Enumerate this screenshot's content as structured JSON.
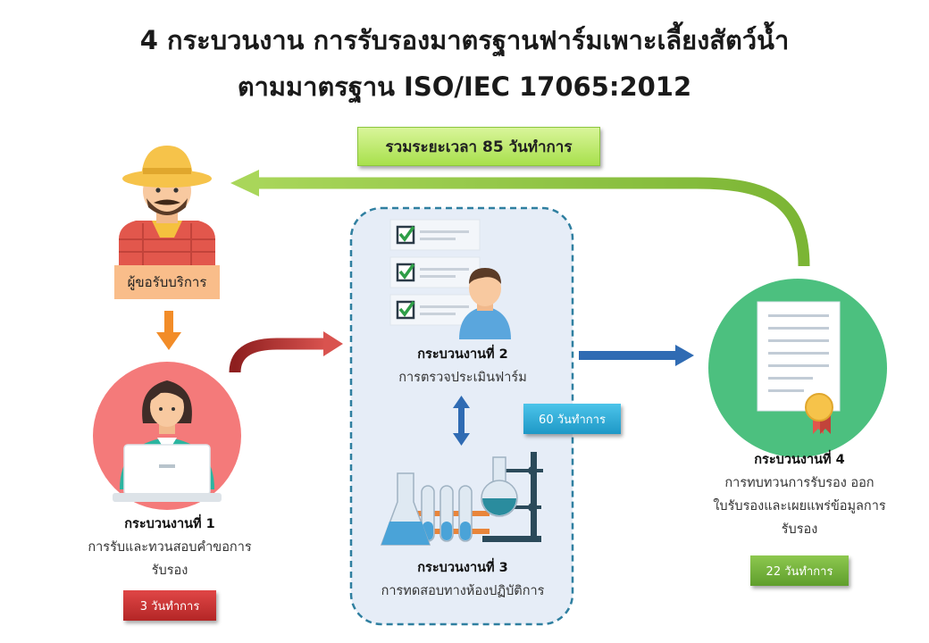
{
  "title_line1": "4 กระบวนงาน การรับรองมาตรฐานฟาร์มเพาะเลี้ยงสัตว์น้ำ",
  "title_line2": "ตามมาตรฐาน ISO/IEC 17065:2012",
  "total_time": "รวมระยะเวลา 85 วันทำการ",
  "requester": "ผู้ขอรับบริการ",
  "process1": {
    "heading": "กระบวนงานที่ 1",
    "line1": "การรับและทวนสอบคำขอการ",
    "line2": "รับรอง",
    "duration": "3 วันทำการ"
  },
  "process2": {
    "heading": "กระบวนงานที่ 2",
    "line1": "การตรวจประเมินฟาร์ม",
    "duration": "60 วันทำการ"
  },
  "process3": {
    "heading": "กระบวนงานที่ 3",
    "line1": "การทดสอบทางห้องปฏิบัติการ"
  },
  "process4": {
    "heading": "กระบวนงานที่ 4",
    "line1": "การทบทวนการรับรอง ออก",
    "line2": "ใบรับรองและเผยแพร่ข้อมูลการ",
    "line3": "รับรอง",
    "duration": "22 วันทำการ"
  },
  "colors": {
    "process1": "#f47a7a",
    "process4": "#4cc07f",
    "lab_panel": "#e6edf7",
    "panel_border": "#2f7fa0",
    "return_arrow": "#8cc63f",
    "arrow_orange": "#f28c28",
    "arrow_red": "#c23a3a",
    "arrow_blue": "#2f6bb3"
  }
}
